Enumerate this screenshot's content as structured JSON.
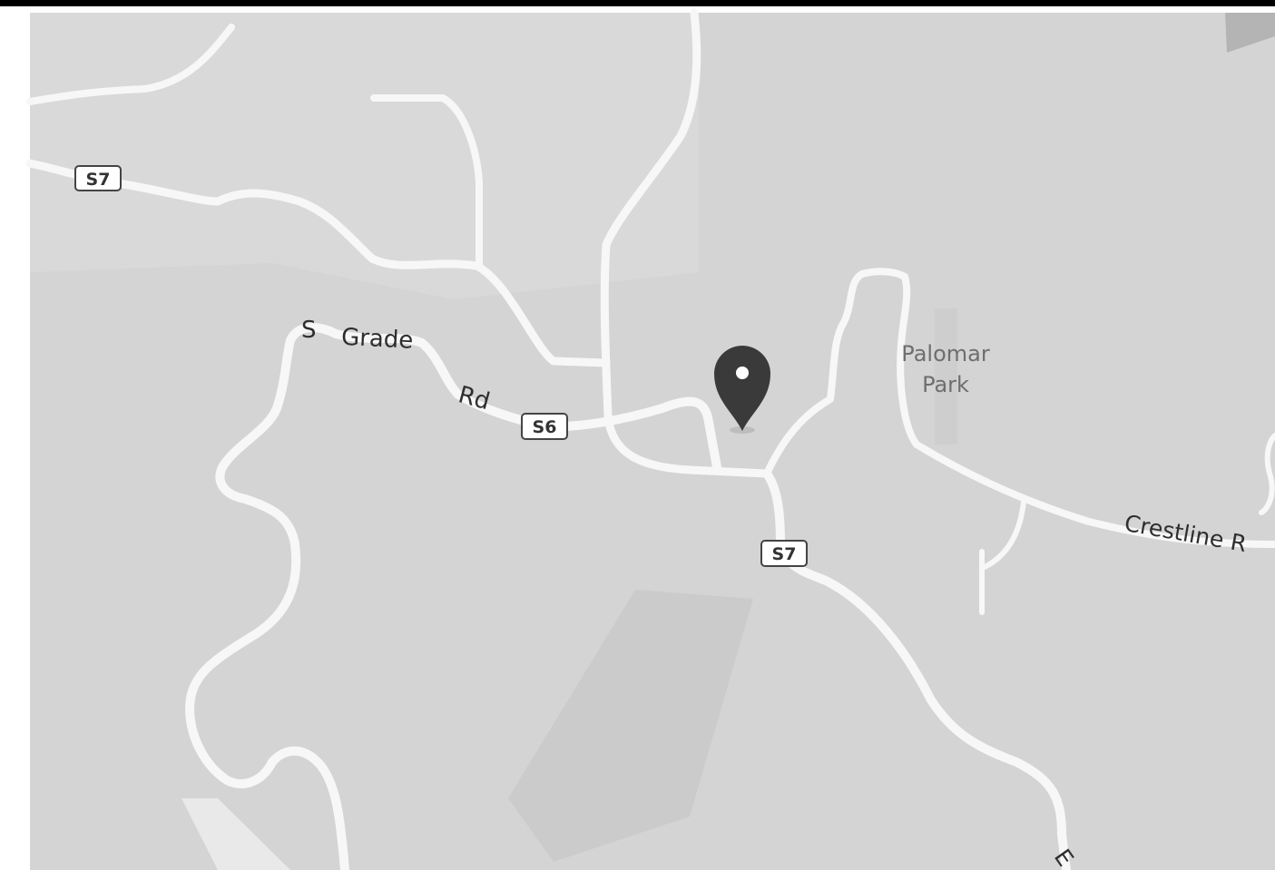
{
  "map": {
    "colors": {
      "land": "#d4d4d4",
      "road": "#f7f7f7",
      "pin": "#3a3a3a",
      "frame": "#000000"
    },
    "road_labels": {
      "s_grade_s": "S",
      "s_grade_grade": "Grade",
      "s_grade_rd": "Rd",
      "crestline": "Crestline R",
      "east_partial": "E"
    },
    "route_shields": {
      "s7_west": "S7",
      "s6": "S6",
      "s7_south": "S7"
    },
    "place_labels": {
      "palomar": "Palomar",
      "park": "Park"
    },
    "marker": {
      "icon": "location-pin-icon"
    }
  }
}
